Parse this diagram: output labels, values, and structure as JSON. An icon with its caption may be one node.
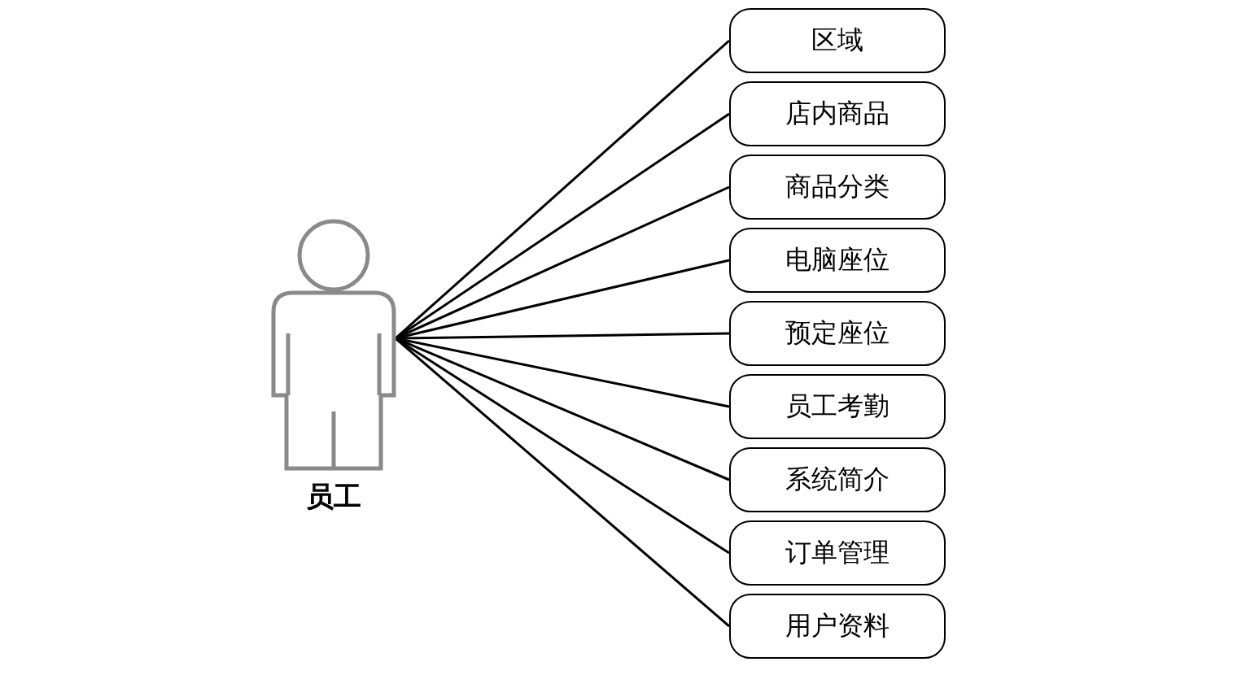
{
  "diagram": {
    "nodes": [
      {
        "text": [
          "员工"
        ]
      },
      {
        "text": [
          "区域"
        ]
      },
      {
        "text": [
          "店内商品"
        ]
      },
      {
        "text": [
          "商品分类"
        ]
      },
      {
        "text": [
          "电脑座位"
        ]
      },
      {
        "text": [
          "预定座位"
        ]
      },
      {
        "text": [
          "员工考勤"
        ]
      },
      {
        "text": [
          "系统简介"
        ]
      },
      {
        "text": [
          "订单管理"
        ]
      },
      {
        "text": [
          "用户资料"
        ]
      }
    ],
    "edges": [
      {
        "from": 0,
        "to": 1,
        "arrow": "none"
      },
      {
        "from": 0,
        "to": 2,
        "arrow": "none"
      },
      {
        "from": 0,
        "to": 3,
        "arrow": "none"
      },
      {
        "from": 0,
        "to": 4,
        "arrow": "none"
      },
      {
        "from": 0,
        "to": 5,
        "arrow": "none"
      },
      {
        "from": 0,
        "to": 6,
        "arrow": "none"
      },
      {
        "from": 0,
        "to": 7,
        "arrow": "none"
      },
      {
        "from": 0,
        "to": 8,
        "arrow": "none"
      },
      {
        "from": 0,
        "to": 9,
        "arrow": "none"
      }
    ]
  }
}
